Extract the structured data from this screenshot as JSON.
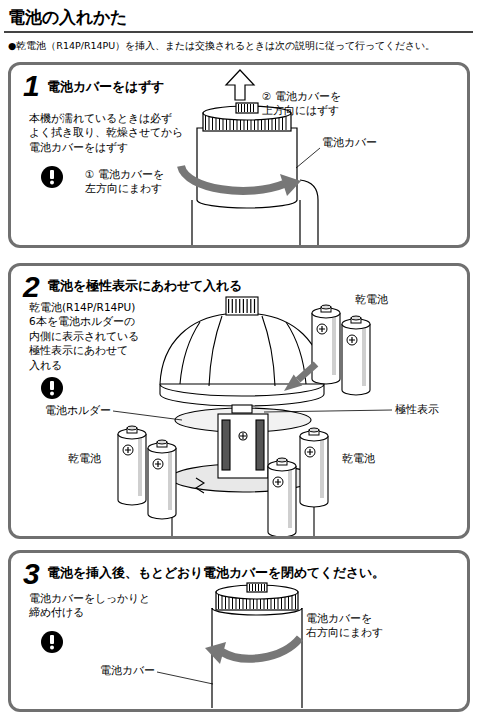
{
  "diagram": {
    "title": "電池の入れかた",
    "nodes": [
      {
        "text": [
          "1",
          "電池カバーをはずす",
          "本機が濡れているときは必ず よく拭き取り、乾燥させてから 電池カバーをはずす"
        ]
      },
      {
        "text": [
          "2",
          "電池を極性表示にあわせて入れる",
          "乾電池(R14P/R14PU) 6本を電池ホルダーの 内側に表示されている 極性表示にあわせて 入れる"
        ]
      },
      {
        "text": [
          "3",
          "電池を挿入後、もとどおり電池カバーを閉めてください。",
          "電池カバーをしっかりと 締め付ける"
        ]
      }
    ],
    "labels": [
      "●乾電池（R14P/R14PU）を挿入、または交換されるときは次の説明に従って行ってください。",
      "② 電池カバーを 上方向にはずす",
      "電池カバー",
      "① 電池カバーを 左方向にまわす",
      "乾電池",
      "電池ホルダー",
      "極性表示",
      "乾電池",
      "乾電池",
      "電池カバーを 右方向にまわす",
      "電池カバー"
    ]
  }
}
